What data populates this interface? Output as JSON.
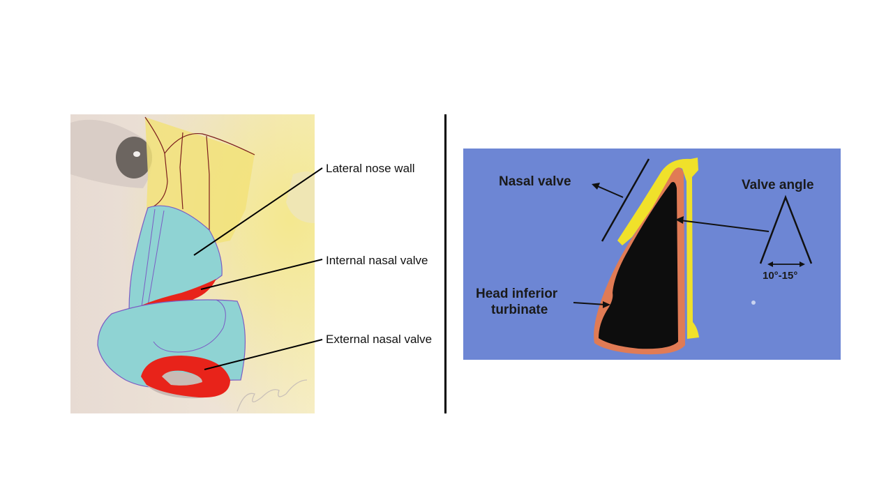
{
  "left_panel": {
    "labels": {
      "lateral_nose_wall": "Lateral nose wall",
      "internal_nasal_valve": "Internal nasal valve",
      "external_nasal_valve": "External nasal valve"
    },
    "colors": {
      "skin": "#e9ddd6",
      "bone": "#f2e27a",
      "cartilage": "#8fd3d3",
      "valve_highlight": "#e8231a",
      "cartilage_outline": "#7b5cc4",
      "suture_lines": "#7a1c1c"
    }
  },
  "right_panel": {
    "labels": {
      "nasal_valve": "Nasal valve",
      "valve_angle": "Valve angle",
      "angle_range": "10°-15°",
      "head_inferior_line1": "Head inferior",
      "head_inferior_line2": "turbinate"
    },
    "colors": {
      "background": "#6d86d4",
      "septum": "#f0e12a",
      "mucosa": "#e07b55",
      "airway": "#0d0d0d"
    }
  }
}
